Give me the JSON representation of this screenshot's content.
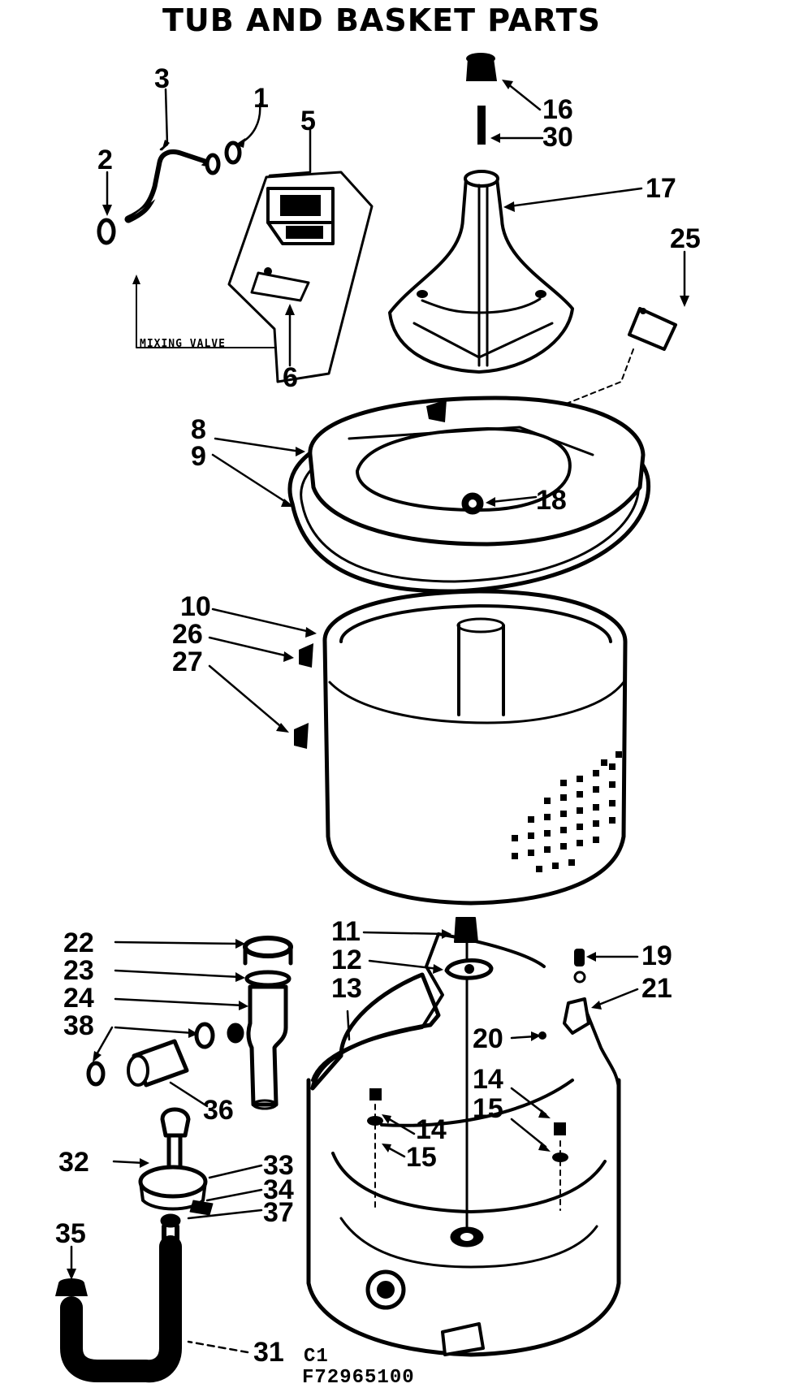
{
  "title": "TUB AND BASKET PARTS",
  "mixing_valve_label": "MIXING VALVE",
  "part_labels": {
    "p1": "1",
    "p2": "2",
    "p3": "3",
    "p5": "5",
    "p6": "6",
    "p8": "8",
    "p9": "9",
    "p10": "10",
    "p11": "11",
    "p12": "12",
    "p13": "13",
    "p14a": "14",
    "p14b": "14",
    "p15a": "15",
    "p15b": "15",
    "p16": "16",
    "p17": "17",
    "p18": "18",
    "p19": "19",
    "p20": "20",
    "p21": "21",
    "p22": "22",
    "p23": "23",
    "p24": "24",
    "p25": "25",
    "p26": "26",
    "p27": "27",
    "p30": "30",
    "p31": "31",
    "p32": "32",
    "p33": "33",
    "p34": "34",
    "p35": "35",
    "p36": "36",
    "p37": "37",
    "p38": "38"
  },
  "figure_code_line1": "C1",
  "figure_code_line2": "F72965100"
}
